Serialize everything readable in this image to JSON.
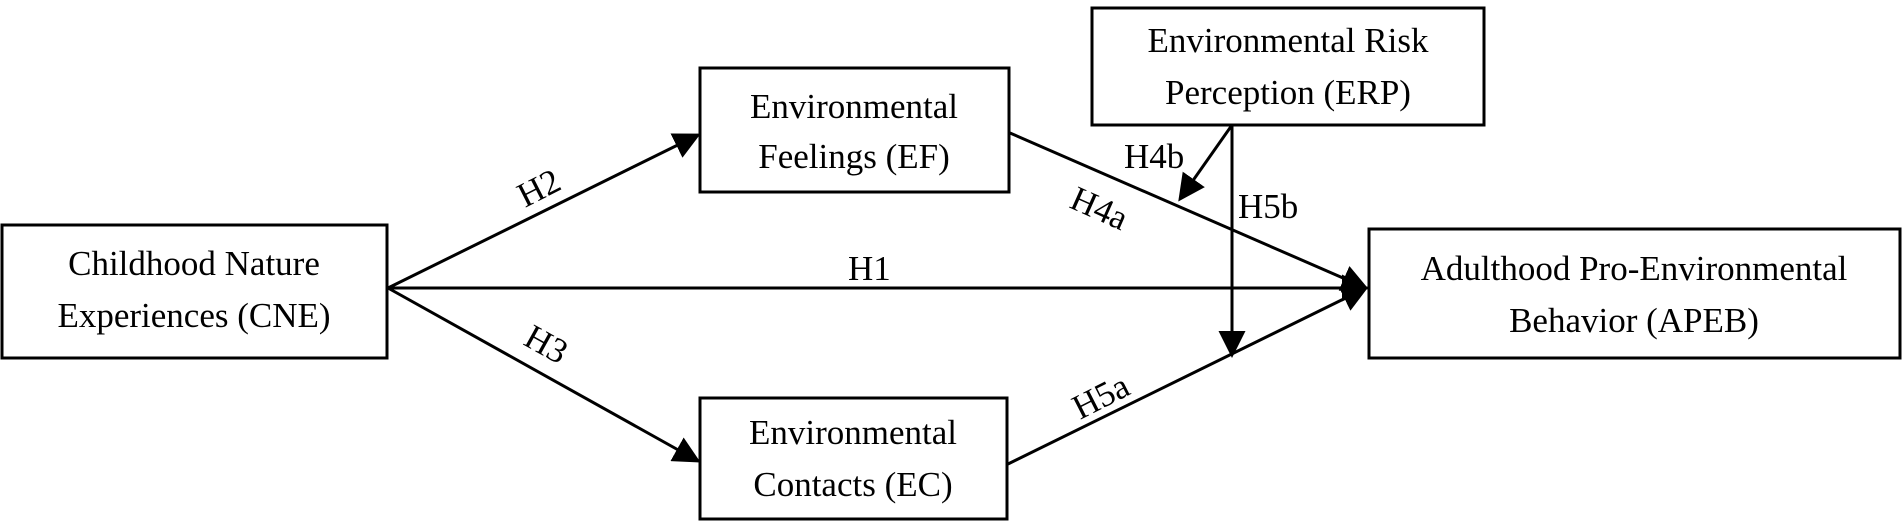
{
  "nodes": {
    "cne": {
      "line1": "Childhood Nature",
      "line2": "Experiences (CNE)"
    },
    "ef": {
      "line1": "Environmental",
      "line2": "Feelings (EF)"
    },
    "ec": {
      "line1": "Environmental",
      "line2": "Contacts (EC)"
    },
    "erp": {
      "line1": "Environmental Risk",
      "line2": "Perception (ERP)"
    },
    "apeb": {
      "line1": "Adulthood Pro-Environmental",
      "line2": "Behavior (APEB)"
    }
  },
  "hypotheses": {
    "h1": "H1",
    "h2": "H2",
    "h3": "H3",
    "h4a": "H4a",
    "h4b": "H4b",
    "h5a": "H5a",
    "h5b": "H5b"
  },
  "colors": {
    "stroke": "#000000",
    "background": "#ffffff"
  }
}
